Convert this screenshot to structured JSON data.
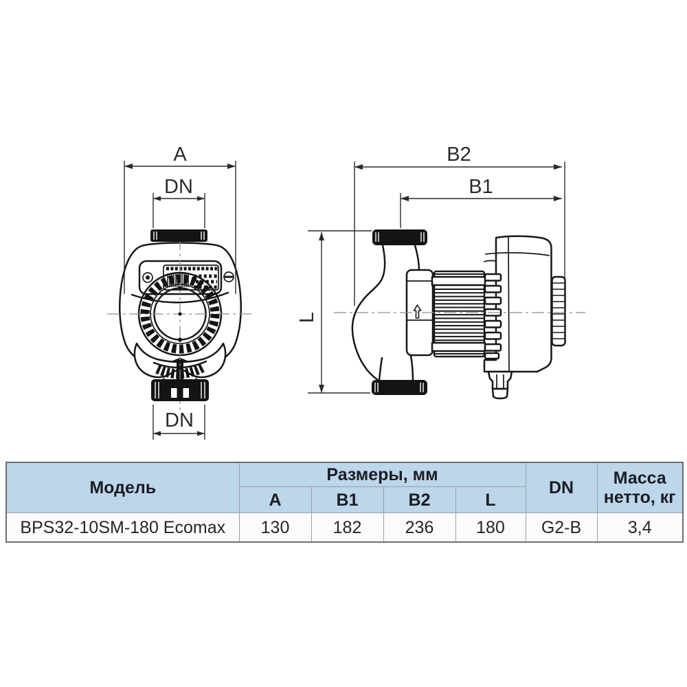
{
  "drawing": {
    "front_view": {
      "label_width": "A",
      "label_port_top": "DN",
      "label_port_bottom": "DN"
    },
    "side_view": {
      "label_total_length": "B2",
      "label_body_length": "B1",
      "label_height": "L"
    }
  },
  "table": {
    "header": {
      "model": "Модель",
      "dimensions_group": "Размеры, мм",
      "dim_columns": [
        "A",
        "B1",
        "B2",
        "L"
      ],
      "dn": "DN",
      "mass_line1": "Масса",
      "mass_line2": "нетто, кг"
    },
    "rows": [
      {
        "model": "BPS32-10SM-180 Ecomax",
        "A": "130",
        "B1": "182",
        "B2": "236",
        "L": "180",
        "dn": "G2-B",
        "mass": "3,4"
      }
    ],
    "colors": {
      "header_bg": "#bcd6ea",
      "row_bg": "#fbfbfb",
      "border_outer": "#6e6e6e",
      "border_inner": "#9aa0a6",
      "header_text": "#1c1c24",
      "row_text": "#262626",
      "line_color": "#171717",
      "centerline_color": "#8f8f8f"
    }
  }
}
